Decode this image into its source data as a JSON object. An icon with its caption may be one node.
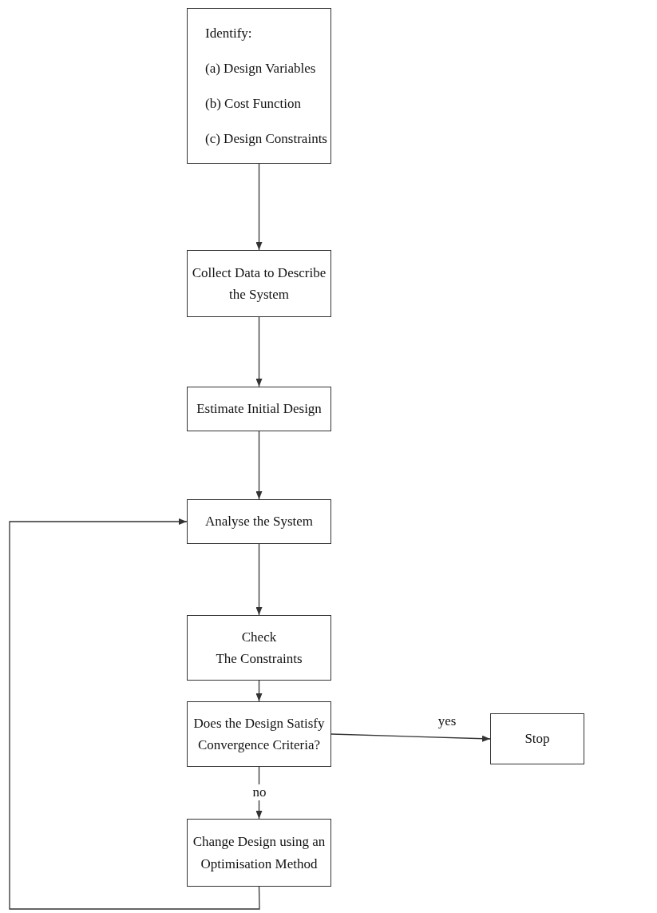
{
  "diagram": {
    "nodes": [
      {
        "text": [
          "Identify:",
          "(a) Design Variables",
          "(b) Cost Function",
          "(c) Design Constraints"
        ]
      },
      {
        "text": [
          "Collect Data to Describe the System"
        ]
      },
      {
        "text": [
          "Estimate Initial Design"
        ]
      },
      {
        "text": [
          "Analyse the System"
        ]
      },
      {
        "text": [
          "Check",
          "The Constraints"
        ]
      },
      {
        "text": [
          "Does the Design Satisfy Convergence Criteria?"
        ]
      },
      {
        "text": [
          "Stop"
        ]
      },
      {
        "text": [
          "Change Design using an Optimisation Method"
        ]
      }
    ],
    "edges": [
      {
        "from": 0,
        "to": 1,
        "arrow": "to"
      },
      {
        "from": 1,
        "to": 2,
        "arrow": "to"
      },
      {
        "from": 2,
        "to": 3,
        "arrow": "to"
      },
      {
        "from": 3,
        "to": 4,
        "arrow": "to"
      },
      {
        "from": 4,
        "to": 5,
        "arrow": "to"
      },
      {
        "from": 5,
        "to": 6,
        "arrow": "to",
        "label": "yes"
      },
      {
        "from": 5,
        "to": 7,
        "arrow": "to",
        "label": "no"
      },
      {
        "from": 7,
        "to": 3,
        "arrow": "to"
      }
    ]
  }
}
